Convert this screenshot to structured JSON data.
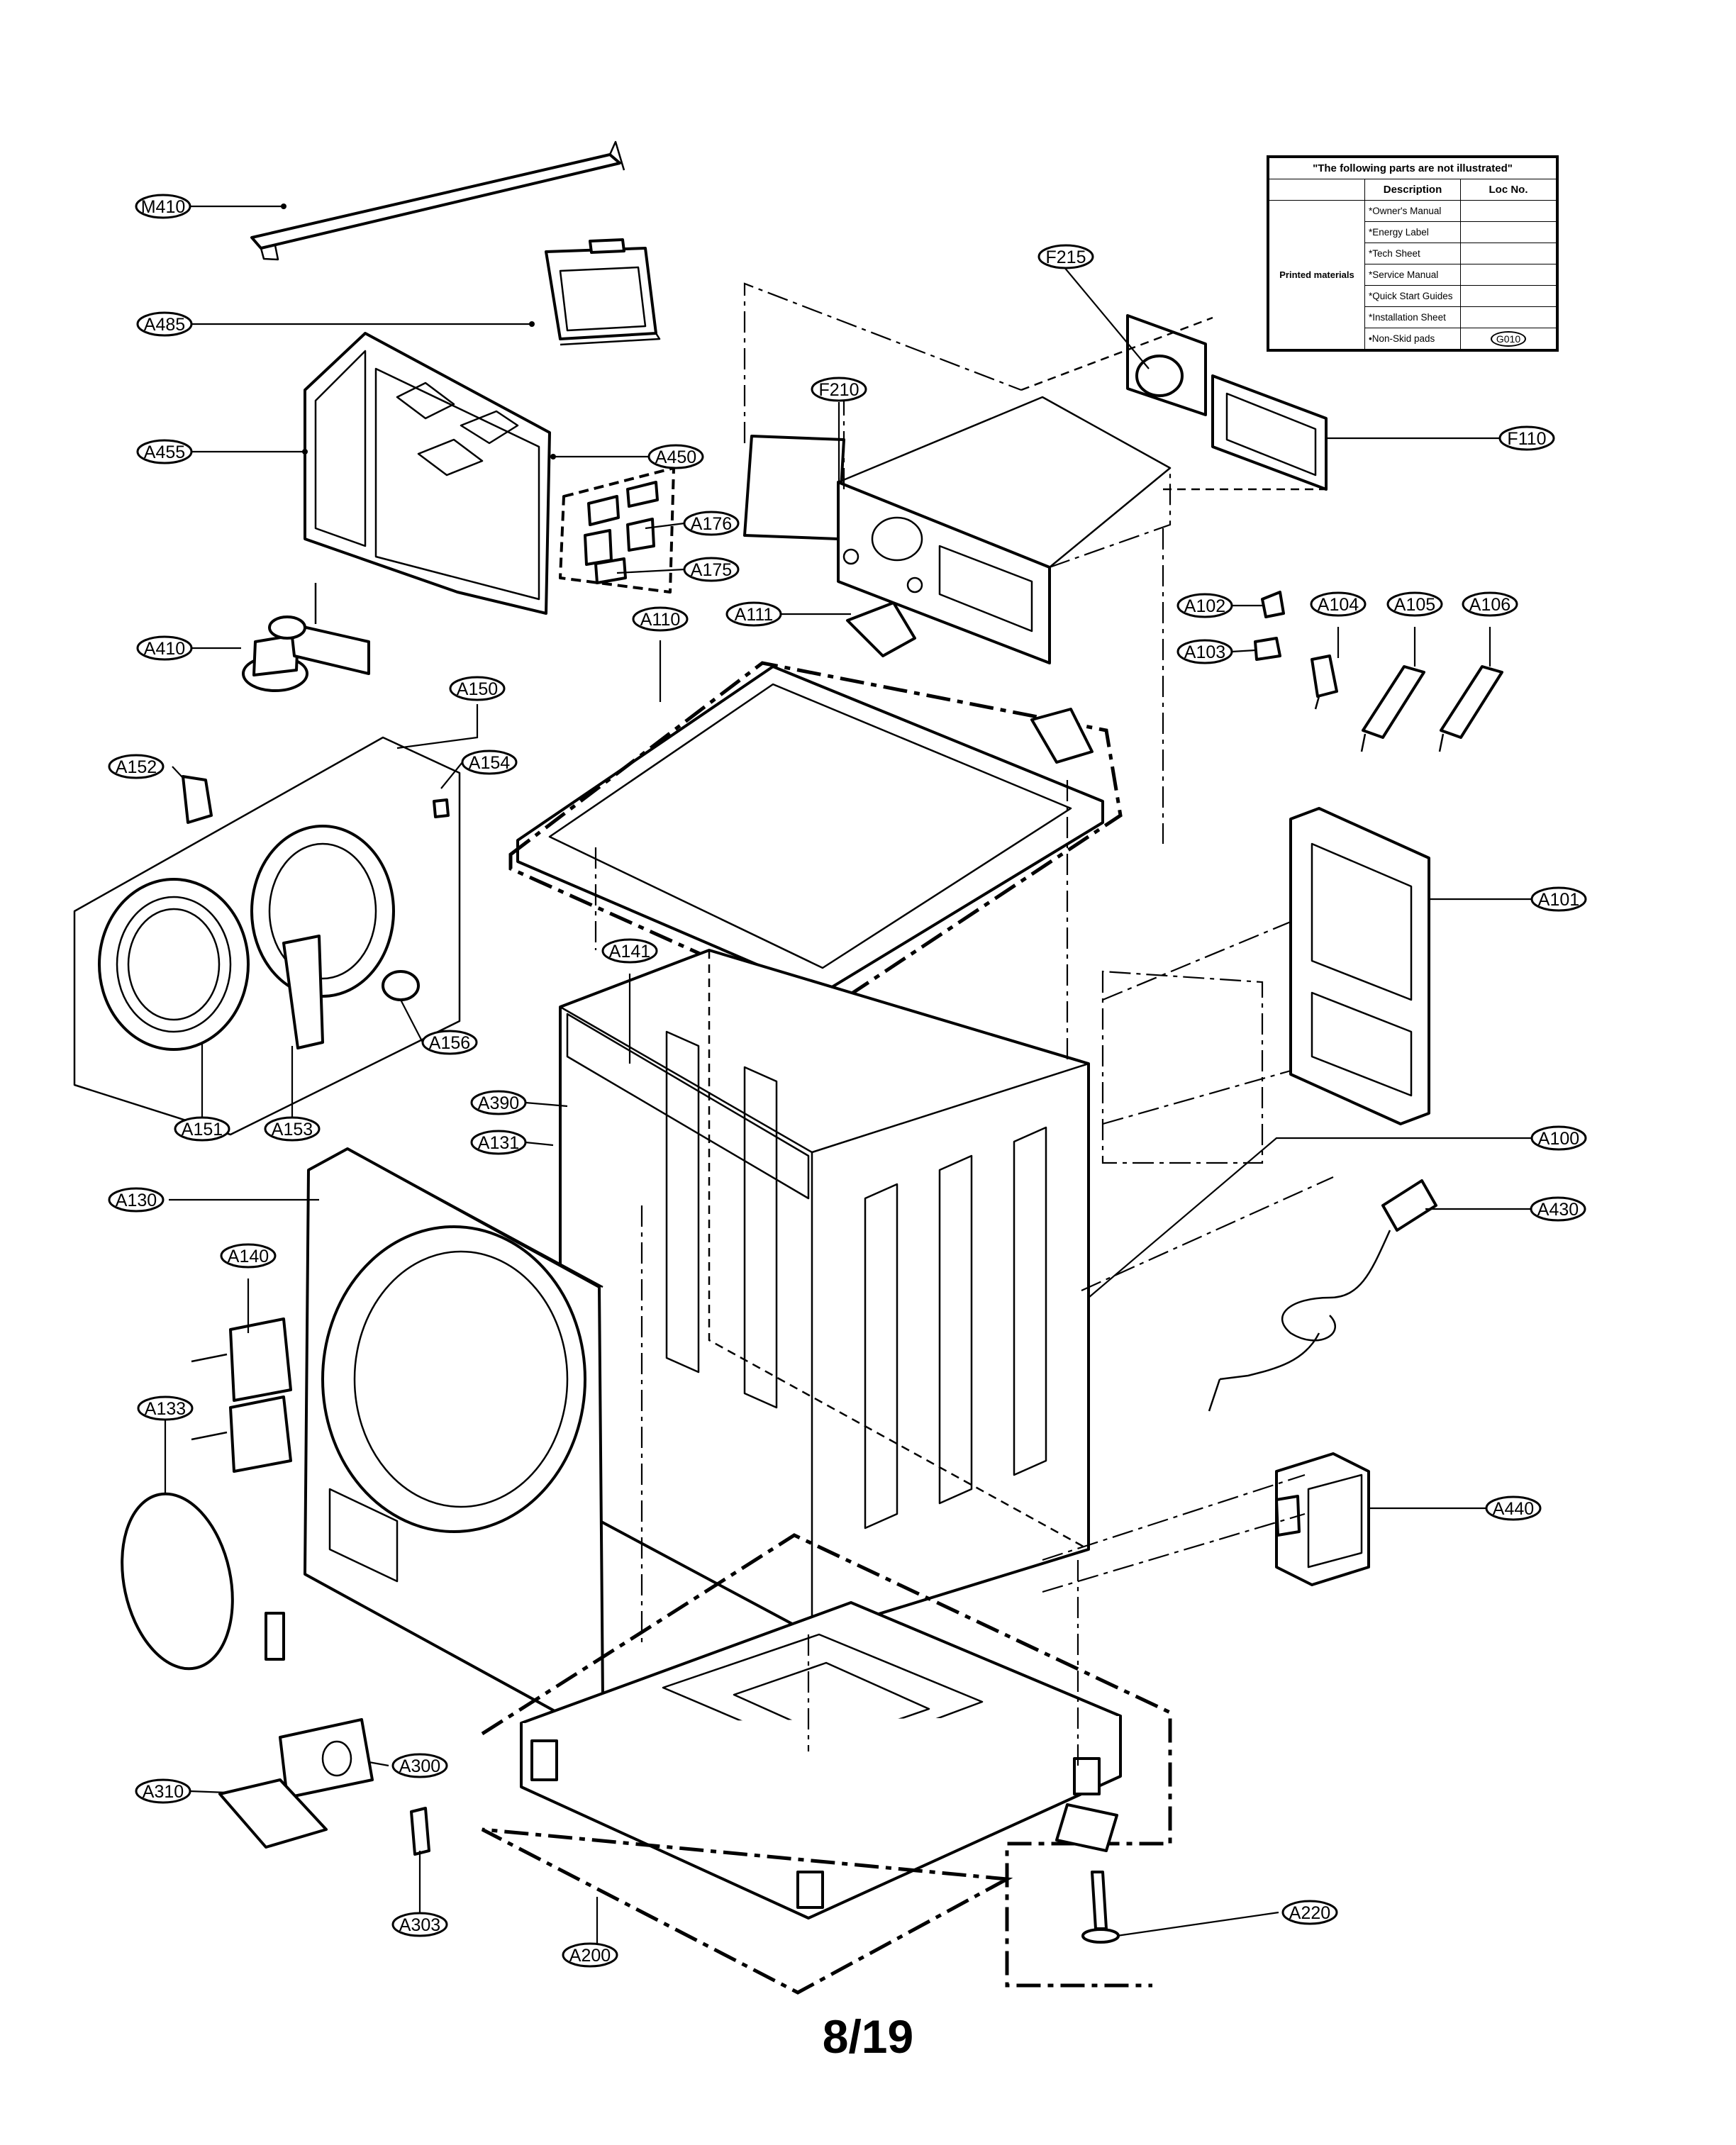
{
  "diagram": {
    "page_number": "8/19",
    "notes_table": {
      "title": "\"The following parts are not illustrated\"",
      "col_description": "Description",
      "col_loc": "Loc No.",
      "category": "Printed materials",
      "rows": [
        {
          "description": "*Owner's Manual",
          "loc": ""
        },
        {
          "description": "*Energy Label",
          "loc": ""
        },
        {
          "description": "*Tech Sheet",
          "loc": ""
        },
        {
          "description": "*Service Manual",
          "loc": ""
        },
        {
          "description": "*Quick Start Guides",
          "loc": ""
        },
        {
          "description": "*Installation Sheet",
          "loc": ""
        },
        {
          "description": "•Non-Skid pads",
          "loc": "G010"
        }
      ]
    },
    "callouts": [
      {
        "id": "M410",
        "label": "M410"
      },
      {
        "id": "A485",
        "label": "A485"
      },
      {
        "id": "A455",
        "label": "A455"
      },
      {
        "id": "A450",
        "label": "A450"
      },
      {
        "id": "A176",
        "label": "A176"
      },
      {
        "id": "A175",
        "label": "A175"
      },
      {
        "id": "A410",
        "label": "A410"
      },
      {
        "id": "A150",
        "label": "A150"
      },
      {
        "id": "A152",
        "label": "A152"
      },
      {
        "id": "A154",
        "label": "A154"
      },
      {
        "id": "A156",
        "label": "A156"
      },
      {
        "id": "A151",
        "label": "A151"
      },
      {
        "id": "A153",
        "label": "A153"
      },
      {
        "id": "A130",
        "label": "A130"
      },
      {
        "id": "A140",
        "label": "A140"
      },
      {
        "id": "A133",
        "label": "A133"
      },
      {
        "id": "A300",
        "label": "A300"
      },
      {
        "id": "A310",
        "label": "A310"
      },
      {
        "id": "A303",
        "label": "A303"
      },
      {
        "id": "A200",
        "label": "A200"
      },
      {
        "id": "A220",
        "label": "A220"
      },
      {
        "id": "F215",
        "label": "F215"
      },
      {
        "id": "F210",
        "label": "F210"
      },
      {
        "id": "F110",
        "label": "F110"
      },
      {
        "id": "A111",
        "label": "A111"
      },
      {
        "id": "A110",
        "label": "A110"
      },
      {
        "id": "A102",
        "label": "A102"
      },
      {
        "id": "A103",
        "label": "A103"
      },
      {
        "id": "A104",
        "label": "A104"
      },
      {
        "id": "A105",
        "label": "A105"
      },
      {
        "id": "A106",
        "label": "A106"
      },
      {
        "id": "A101",
        "label": "A101"
      },
      {
        "id": "A141",
        "label": "A141"
      },
      {
        "id": "A390",
        "label": "A390"
      },
      {
        "id": "A131",
        "label": "A131"
      },
      {
        "id": "A100",
        "label": "A100"
      },
      {
        "id": "A430",
        "label": "A430"
      },
      {
        "id": "A440",
        "label": "A440"
      }
    ]
  }
}
